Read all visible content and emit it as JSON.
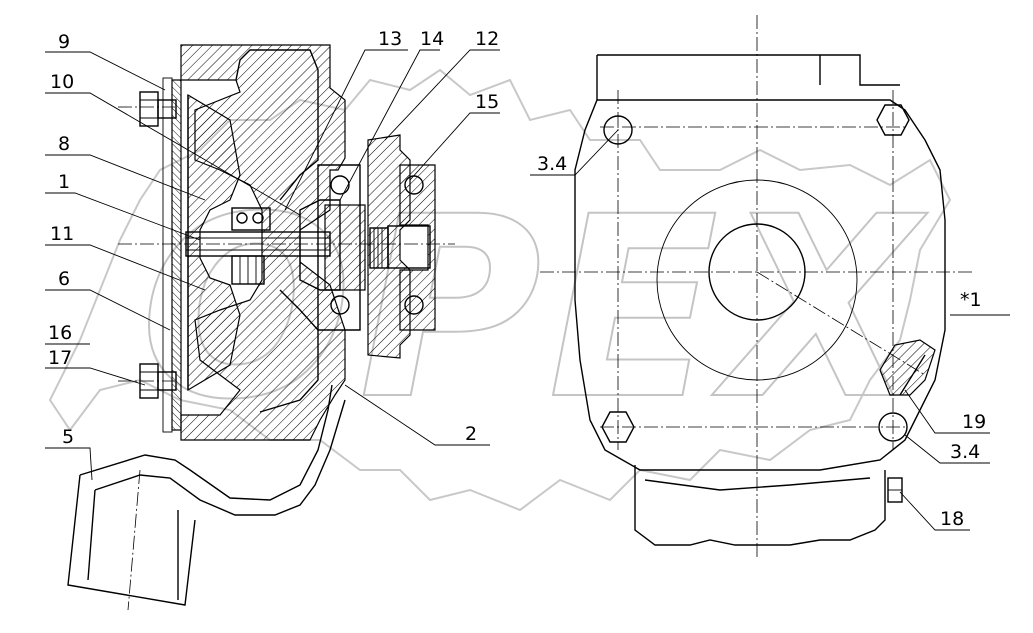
{
  "diagram": {
    "labels": {
      "l9": "9",
      "l10": "10",
      "l8": "8",
      "l1": "1",
      "l11": "11",
      "l6": "6",
      "l16": "16",
      "l17": "17",
      "l5": "5",
      "l13": "13",
      "l14": "14",
      "l12": "12",
      "l15": "15",
      "l2": "2",
      "l34a": "3.4",
      "l34b": "3.4",
      "l19": "19",
      "l18": "18",
      "lstar1": "*1"
    },
    "watermark_logo": "OPEX"
  }
}
